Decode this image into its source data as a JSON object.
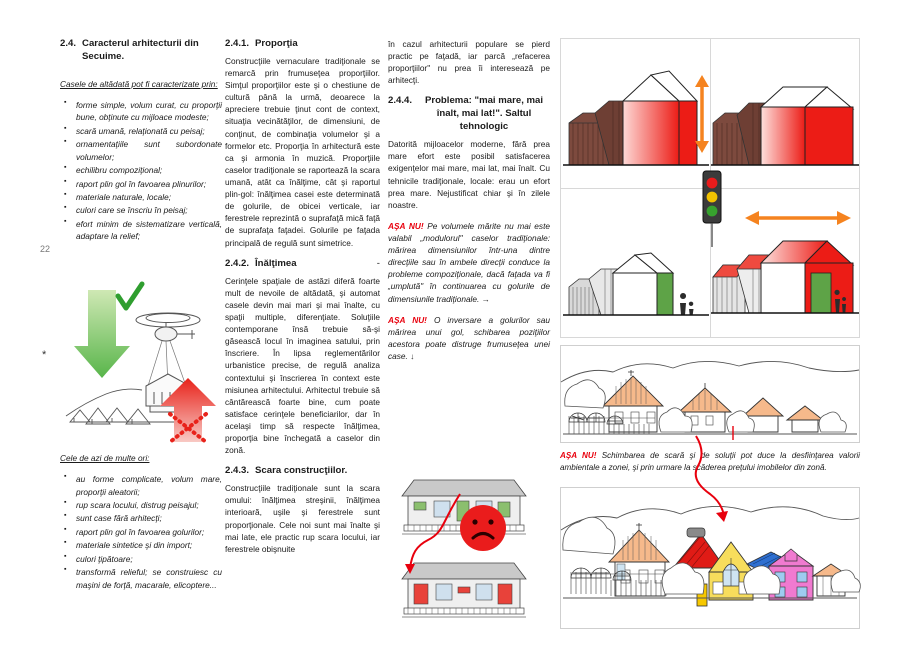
{
  "page": {
    "number": "22",
    "asterisk": "*"
  },
  "col1": {
    "heading_num": "2.4.",
    "heading_title": "Caracterul   arhitecturii din Secuime.",
    "intro": "Casele de altădată pot fi caracterizate prin:",
    "good_bullets": [
      "forme simple, volum curat, cu proporţii bune, obţinute cu mijloace modeste;",
      "scară umană, relaţionată cu peisaj;",
      "ornamentaţiile sunt subordonate volumelor;",
      "echilibru compoziţional;",
      "raport plin gol în favoarea plinurilor;",
      "materiale naturale, locale;",
      "culori care se înscriu în peisaj;",
      "efort minim de sistematizare verticală, adaptare la relief;"
    ],
    "bad_intro": "Cele de azi de multe ori:",
    "bad_bullets": [
      "au forme complicate, volum mare, proporţii aleatorii;",
      "rup scara locului, distrug peisajul;",
      "sunt case fără arhitecţi;",
      "raport plin gol în favoarea golurilor;",
      "materiale sintetice şi din import;",
      "culori ţipătoare;",
      "transformă relieful; se construiesc cu maşini de forţă, macarale, elicoptere..."
    ],
    "illustration": {
      "good_arrow": "green-down-arrow",
      "good_mark": "check-mark",
      "bad_arrow": "red-up-arrow",
      "bad_mark": "x-mark",
      "scene": "helicopter-lifting-building-over-village"
    }
  },
  "col2": {
    "s1_num": "2.4.1.",
    "s1_title": "Proporţia",
    "s1_p1": "Construcţiile vernaculare tradiţionale se remarcă prin frumuseţea proporţiilor. Simţul proporţiilor este şi o chestiune de cultură până la urmă, deoarece la apreciere trebuie ţinut cont de context, situaţia vecinătăţilor, de dimensiuni, de conţinut, de combinaţia volumelor şi a formelor etc. Proporţia în arhitectură este ca şi armonia în muzică. Proporţiile caselor tradiţionale se raportează la scara umană, atât ca înălţime, cât şi raportul plin-gol: înălţimea casei este determinată de golurile, de obicei verticale, iar ferestrele reprezintă o suprafaţă mică faţă de suprafaţa faţadei. Golurile pe faţada principală de regulă sunt simetrice.",
    "s2_num": "2.4.2.",
    "s2_title": "Înălţimea",
    "s2_trail": "-",
    "s2_p1": "Cerinţele spaţiale de astăzi diferă foarte mult de nevoile de altădată, şi automat casele devin mai mari şi mai înalte, cu spaţii multiple, diferenţiate. Soluţiile contemporane însă trebuie să-şi găsească locul în imaginea satului, prin înscriere. În lipsa reglementărilor urbanistice precise, de regulă analiza contextului şi înscrierea în context este misiunea arhitectului. Arhitectul trebuie să cântărească foarte bine, cum poate satisface cerinţele beneficiarilor, dar în acelaşi timp să respecte înălţimea, proporţia bine închegată a caselor din zonă.",
    "s3_num": "2.4.3.",
    "s3_title": "Scara construcţiilor.",
    "s3_p1": "Construcţiile tradiţionale sunt la scara omului: înălţimea streşinii, înălţimea interioară, uşile şi  ferestrele sunt proporţionale. Cele noi sunt mai înalte şi mai late, ele practic rup scara locului, iar ferestrele obişnuite"
  },
  "col3": {
    "cont_p": "în cazul arhitecturii populare se pierd practic pe faţadă, iar parcă „refacerea proporţiilor\" nu prea îi interesează pe arhitecţi.",
    "s4_num": "2.4.4.",
    "s4_title": "Problema: \"mai mare, mai înalt, mai lat!\". Saltul tehnologic",
    "s4_p1": "Datorită mijloacelor moderne, fără prea mare efort este posibil satisfacerea exigenţelor mai mare, mai lat, mai înalt. Cu tehnicile tradiţionale, locale: erau un efort prea mare. Nejustificat chiar şi în zilele noastre.",
    "warn1_label": "AŞA NU!",
    "warn1_text": " Pe volumele mărite nu mai este valabil „modulorul\" caselor tradiţionale: mărirea dimensiunilor într-una dintre direcţiile sau în ambele direcţii conduce la probleme compoziţionale, dacă faţada va fi „umplută\" în continuarea cu golurile de dimensiunile tradiţionale. →",
    "warn2_label": "AŞA NU!",
    "warn2_text": " O inversare a golurilor sau mărirea unui gol, schibarea poziţiilor acestora poate distruge frumuseţea unei case. ↓",
    "facade_top": "traditional-house-facade-correct",
    "facade_bottom": "house-facade-altered-openings",
    "emoji": "sad-face-red"
  },
  "col4": {
    "grid": {
      "name": "volume-comparison-grid",
      "arrow_vertical": "orange-double-arrow-vertical",
      "arrow_horizontal": "orange-double-arrow-horizontal",
      "traffic_light": "traffic-light-icon",
      "cells": [
        {
          "pos": "top-left",
          "label": "tall-red-gable-houses"
        },
        {
          "pos": "top-right",
          "label": "wide-red-houses"
        },
        {
          "pos": "bottom-left",
          "label": "traditional-scale-green-house"
        },
        {
          "pos": "bottom-right",
          "label": "enlarged-red-roof-houses"
        }
      ]
    },
    "sketch_traditional": "traditional-village-street-orange-roofs",
    "caption_label": "AŞA NU!",
    "caption_text": " Schimbarea de scară şi de soluţii pot duce la desfiinţarea valorii ambientale a zonei, şi prin urmare la scăderea preţului imobilelor din zonă.",
    "sketch_modern": "village-street-garish-colors"
  }
}
